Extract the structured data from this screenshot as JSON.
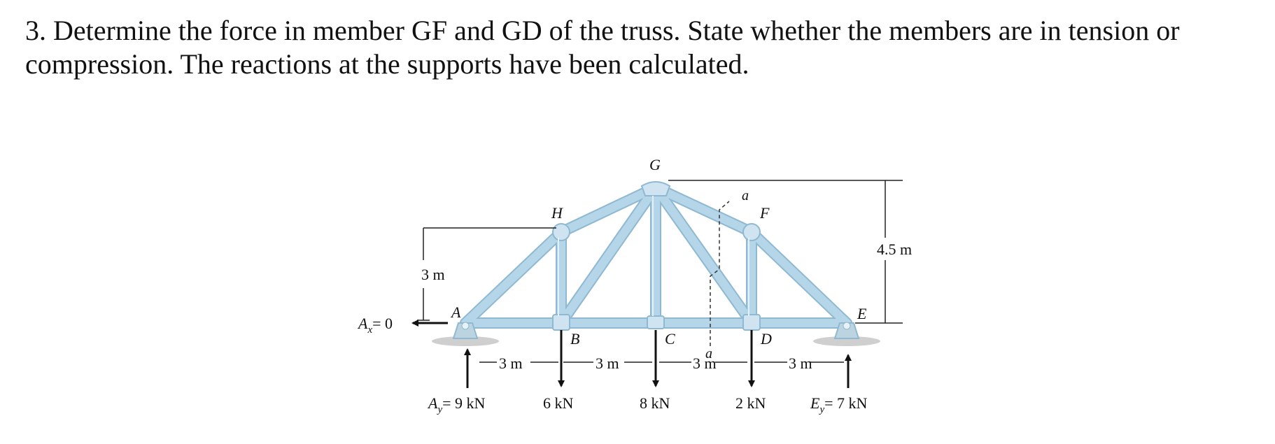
{
  "problem": {
    "number": "3.",
    "text": "Determine the force in member GF and GD of the truss. State whether the members are in tension or compression. The reactions at the supports have been calculated."
  },
  "figure": {
    "joints": [
      {
        "id": "A",
        "label": "A"
      },
      {
        "id": "B",
        "label": "B"
      },
      {
        "id": "C",
        "label": "C"
      },
      {
        "id": "D",
        "label": "D"
      },
      {
        "id": "E",
        "label": "E"
      },
      {
        "id": "F",
        "label": "F"
      },
      {
        "id": "G",
        "label": "G"
      },
      {
        "id": "H",
        "label": "H"
      }
    ],
    "members": [
      "AB",
      "BC",
      "CD",
      "DE",
      "AH",
      "HG",
      "GF",
      "FE",
      "HB",
      "BG",
      "GC",
      "GD",
      "FD"
    ],
    "section_label": "a",
    "dimensions": {
      "height_left": "3 m",
      "height_right": "4.5 m",
      "spans": [
        "3 m",
        "3 m",
        "3 m",
        "3 m"
      ]
    },
    "loads": [
      {
        "joint": "B",
        "label": "6 kN"
      },
      {
        "joint": "C",
        "label": "8 kN"
      },
      {
        "joint": "D",
        "label": "2 kN"
      }
    ],
    "reactions": {
      "Ax": {
        "sym": "A",
        "sub": "x",
        "val": "= 0"
      },
      "Ay": {
        "sym": "A",
        "sub": "y",
        "val": "= 9 kN"
      },
      "Ey": {
        "sym": "E",
        "sub": "y",
        "val": "= 7 kN"
      }
    },
    "colors": {
      "member": "#b5d5e8",
      "member_edge": "#8fb9d2",
      "gusset": "#cfe3f0",
      "support": "#bcd3e0",
      "ground": "#cfcfcf",
      "ink": "#111111"
    }
  }
}
